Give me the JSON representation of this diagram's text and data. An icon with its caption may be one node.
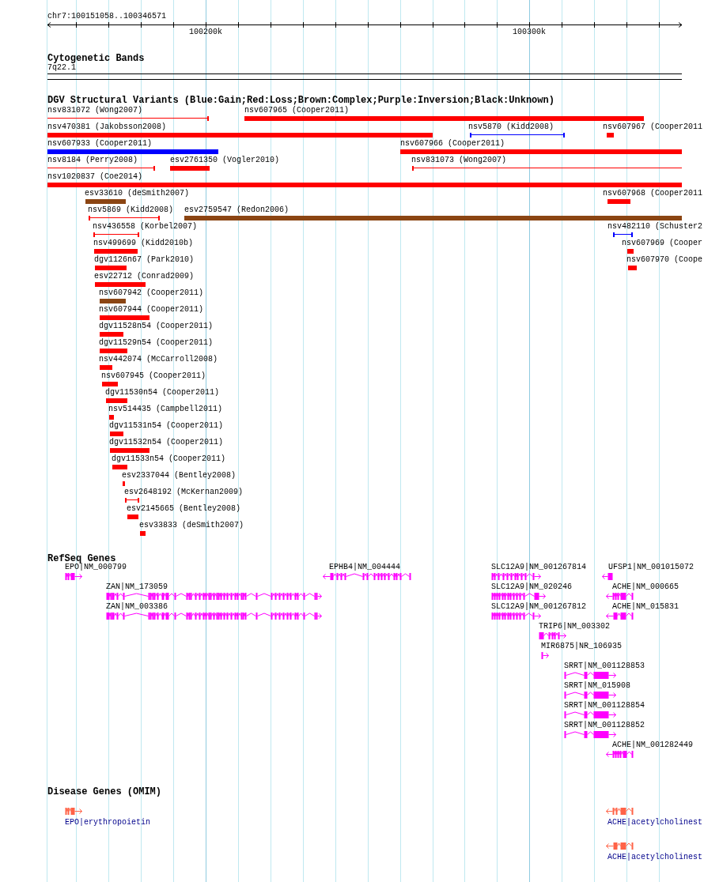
{
  "diagram": {
    "labels": [
      "chr7:100151058..100346571",
      "100200k",
      "100300k",
      "Cytogenetic Bands",
      "7q22.1",
      "DGV Structural Variants (Blue:Gain;Red:Loss;Brown:Complex;Purple:Inversion;Black:Unknown)",
      "nsv831072 (Wong2007)",
      "nsv607965 (Cooper2011)",
      "nsv470381 (Jakobsson2008)",
      "nsv5870 (Kidd2008)",
      "nsv607967 (Cooper2011",
      "nsv607933 (Cooper2011)",
      "nsv607966 (Cooper2011)",
      "nsv8184 (Perry2008)",
      "esv2761350 (Vogler2010)",
      "nsv831073 (Wong2007)",
      "nsv1020837 (Coe2014)",
      "esv33610 (deSmith2007)",
      "nsv607968 (Cooper2011",
      "nsv5869 (Kidd2008)",
      "esv2759547 (Redon2006)",
      "nsv436558 (Korbel2007)",
      "nsv482110 (Schuster2",
      "nsv499699 (Kidd2010b)",
      "nsv607969 (Cooper",
      "dgv1126n67 (Park2010)",
      "nsv607970 (Coope",
      "esv22712 (Conrad2009)",
      "nsv607942 (Cooper2011)",
      "nsv607944 (Cooper2011)",
      "dgv11528n54 (Cooper2011)",
      "dgv11529n54 (Cooper2011)",
      "nsv442074 (McCarroll2008)",
      "nsv607945 (Cooper2011)",
      "dgv11530n54 (Cooper2011)",
      "nsv514435 (Campbell2011)",
      "dgv11531n54 (Cooper2011)",
      "dgv11532n54 (Cooper2011)",
      "dgv11533n54 (Cooper2011)",
      "esv2337044 (Bentley2008)",
      "esv2648192 (McKernan2009)",
      "esv2145665 (Bentley2008)",
      "esv33833 (deSmith2007)",
      "RefSeq Genes",
      "EPO|NM_000799",
      "EPHB4|NM_004444",
      "SLC12A9|NM_001267814",
      "UFSP1|NM_001015072",
      "ZAN|NM_173059",
      "SLC12A9|NM_020246",
      "ACHE|NM_000665",
      "ZAN|NM_003386",
      "SLC12A9|NM_001267812",
      "ACHE|NM_015831",
      "TRIP6|NM_003302",
      "MIR6875|NR_106935",
      "SRRT|NM_001128853",
      "SRRT|NM_015908",
      "SRRT|NM_001128854",
      "SRRT|NM_001128852",
      "ACHE|NM_001282449",
      "Disease Genes (OMIM)",
      "EPO|erythropoietin",
      "ACHE|acetylcholinest",
      "ACHE|acetylcholinest"
    ]
  }
}
